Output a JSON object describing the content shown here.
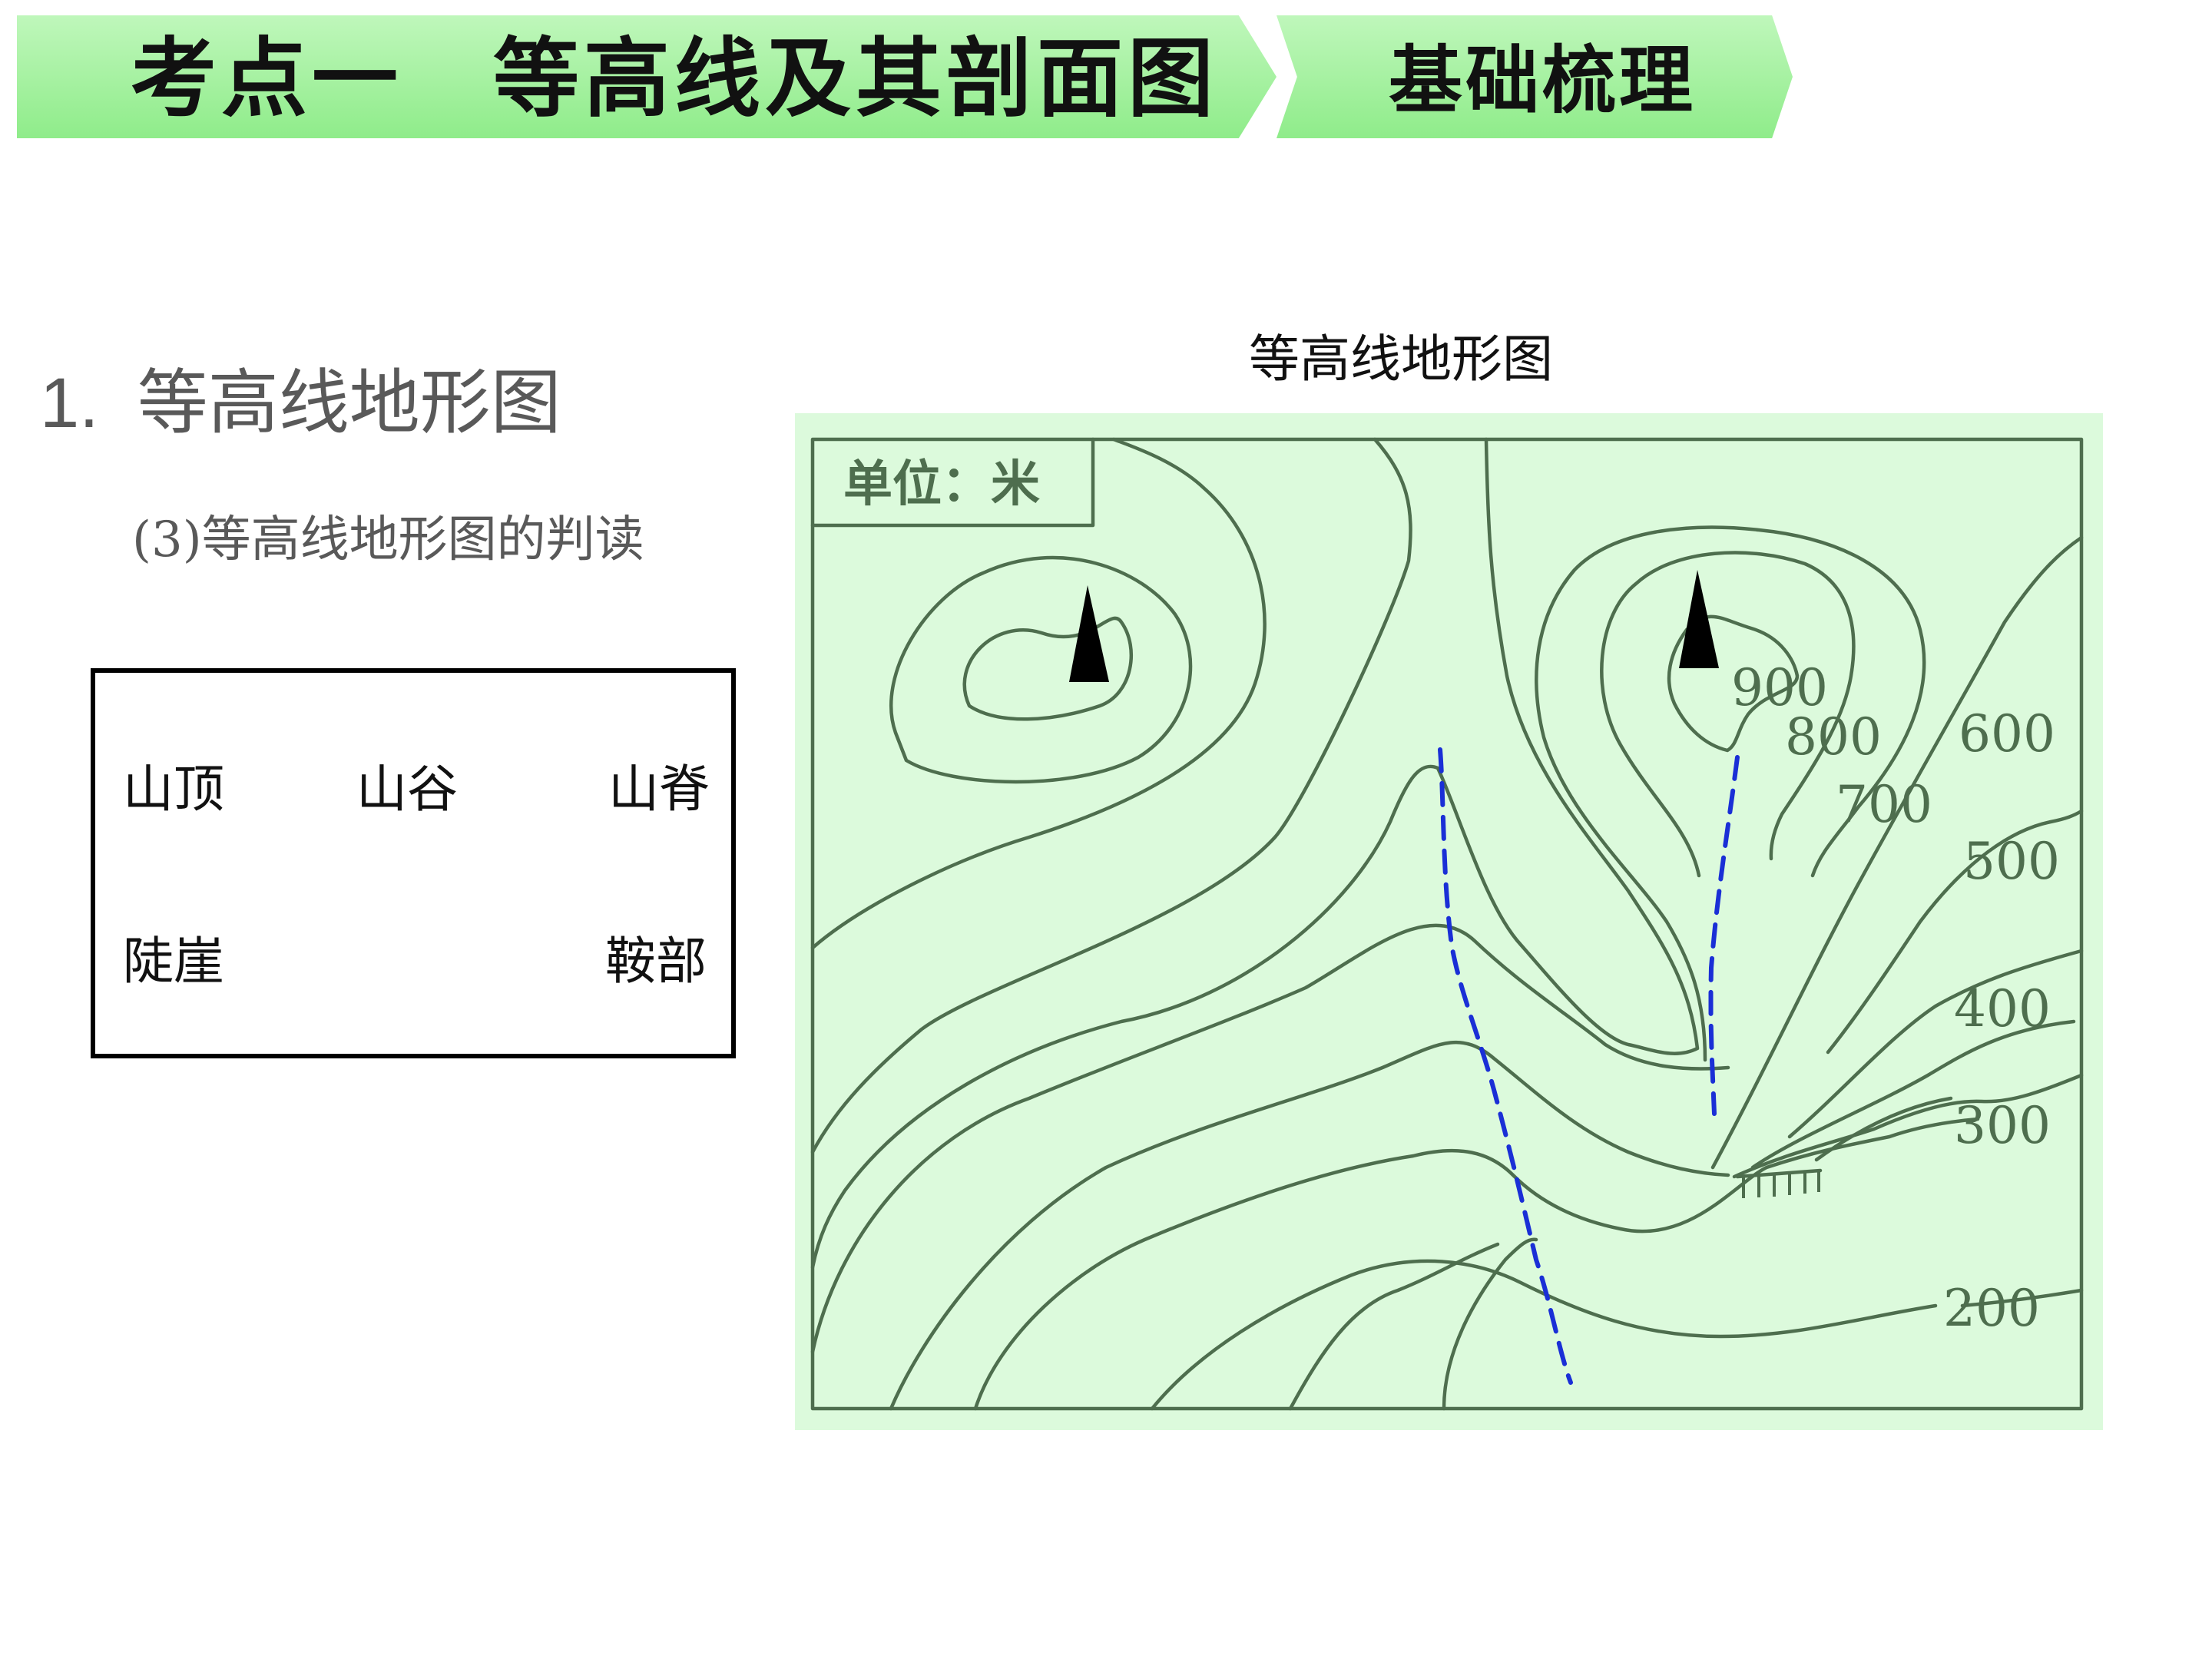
{
  "header": {
    "title": "考点一　等高线及其剖面图",
    "tag": "基础梳理"
  },
  "section": {
    "number": "1.",
    "title": "等高线地形图",
    "subtitle": "(3)等高线地形图的判读"
  },
  "terms": [
    "山顶",
    "山谷",
    "山脊",
    "陡崖",
    "鞍部"
  ],
  "map": {
    "caption": "等高线地形图",
    "unit_label": "单位：米",
    "contour_labels": [
      "900",
      "800",
      "700",
      "600",
      "500",
      "400",
      "300",
      "200"
    ],
    "colors": {
      "panel_bg": "#dcfadc",
      "contour": "#4e6e4e",
      "ridge_dash": "#1a2fd6",
      "peak_marker": "#000000"
    }
  }
}
